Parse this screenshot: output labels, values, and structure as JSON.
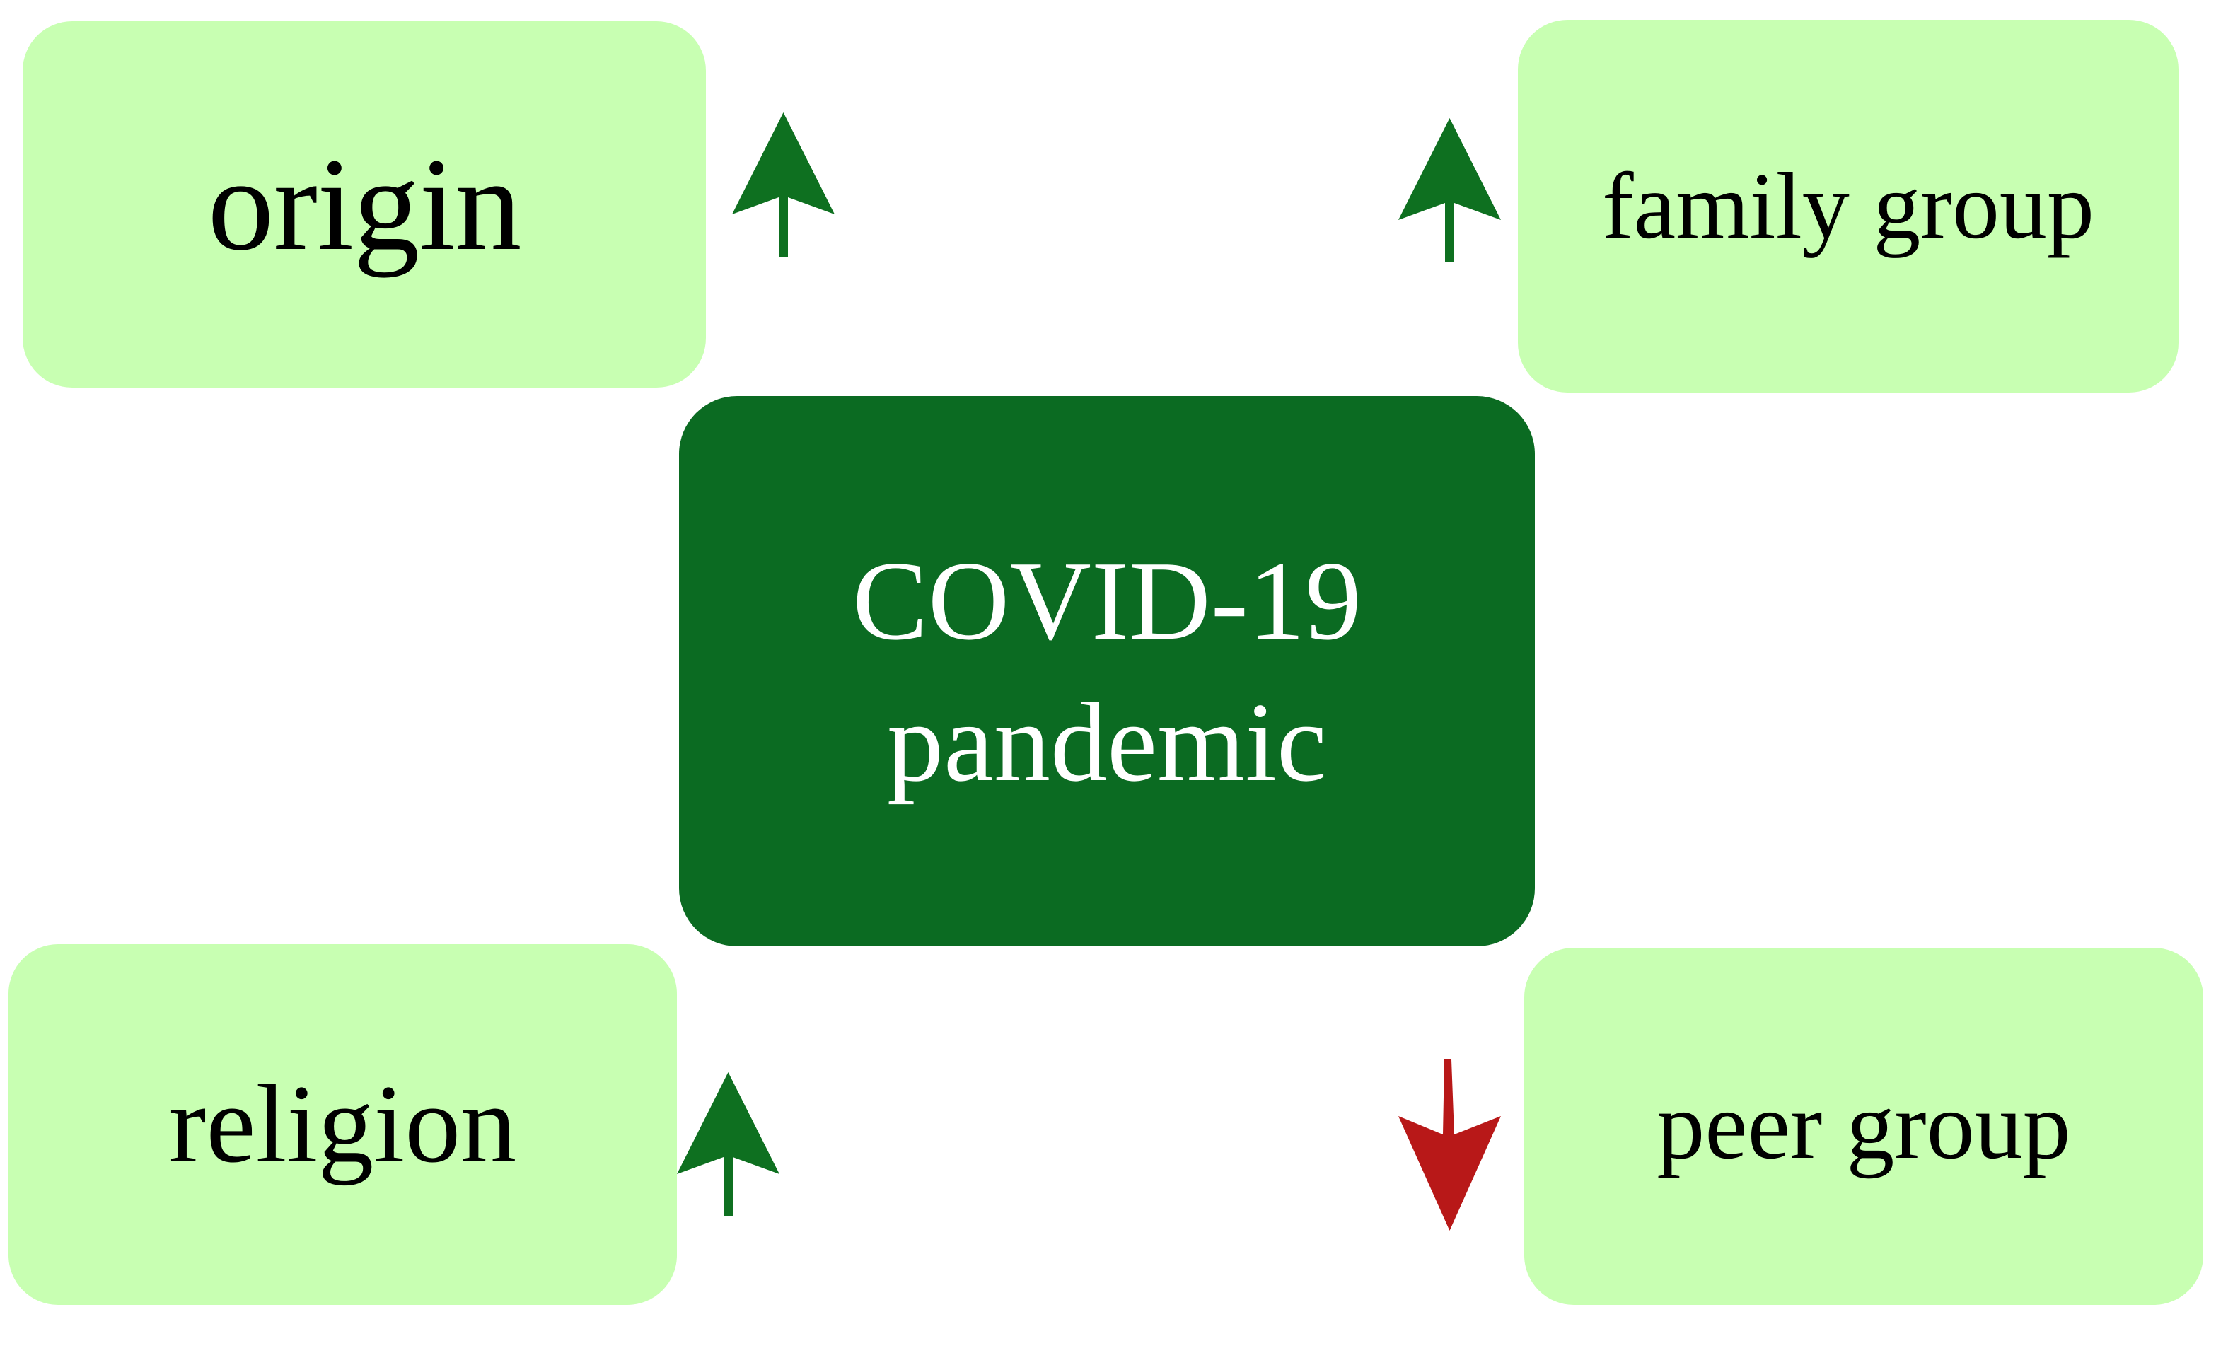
{
  "diagram": {
    "title": "COVID-19 pandemic influence factors",
    "type": "radial-concept-map",
    "background_color": "#FFFFFF",
    "colors": {
      "leaf_fill": "#C8FFB2",
      "leaf_text": "#000000",
      "center_fill": "#0B6B22",
      "center_text": "#FFFFFF",
      "arrow_up": "#0E7020",
      "arrow_down": "#B81818"
    }
  },
  "center": {
    "label": "COVID-19 pandemic",
    "line1": "COVID-19",
    "line2": "pandemic"
  },
  "nodes": [
    {
      "id": "origin",
      "label": "origin",
      "position": "top-left",
      "fill": "#C8FFB2"
    },
    {
      "id": "family",
      "label": "family group",
      "position": "top-right",
      "fill": "#C8FFB2"
    },
    {
      "id": "religion",
      "label": "religion",
      "position": "bottom-left",
      "fill": "#C8FFB2"
    },
    {
      "id": "peer",
      "label": "peer group",
      "position": "bottom-right",
      "fill": "#C8FFB2"
    }
  ],
  "arrows": [
    {
      "id": "arrow-origin",
      "for_node": "origin",
      "direction": "up",
      "color": "#0E7020",
      "icon": "arrow-up-icon",
      "meaning": "increase"
    },
    {
      "id": "arrow-family",
      "for_node": "family",
      "direction": "up",
      "color": "#0E7020",
      "icon": "arrow-up-icon",
      "meaning": "increase"
    },
    {
      "id": "arrow-religion",
      "for_node": "religion",
      "direction": "up",
      "color": "#0E7020",
      "icon": "arrow-up-icon",
      "meaning": "increase"
    },
    {
      "id": "arrow-peer",
      "for_node": "peer",
      "direction": "down",
      "color": "#B81818",
      "icon": "arrow-down-icon",
      "meaning": "decrease"
    }
  ]
}
